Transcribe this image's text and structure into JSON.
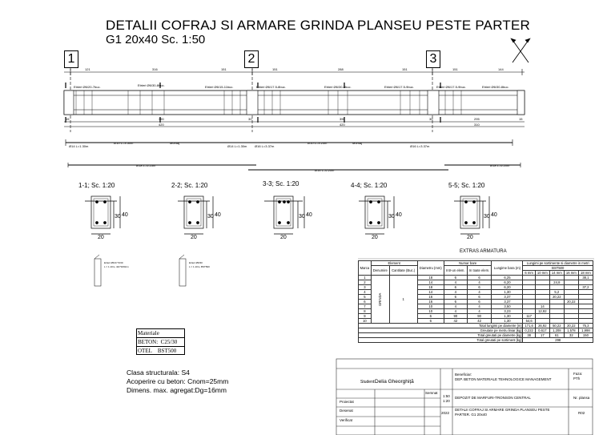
{
  "title": {
    "line1": "DETALII COFRAJ SI ARMARE GRINDA PLANSEU PESTE PARTER",
    "line2": "G1 20x40   Sc. 1:50"
  },
  "axes": [
    "1",
    "2",
    "3"
  ],
  "top_dims": [
    "121",
    "316",
    "151",
    "151",
    "288",
    "151",
    "151",
    "144"
  ],
  "bottom_dims": {
    "span1": "390",
    "span1_total": "420",
    "span2": "390",
    "span2_total": "420",
    "span3": "295",
    "span3_total": "310",
    "end_l": "15",
    "end_m1": "30",
    "end_m2": "30",
    "end_r": "15"
  },
  "stirrup_labels": [
    "Etrieri Ø6/20-7buc.",
    "Etrieri Ø6/30-8buc.",
    "Etrieri Ø6/15-11buc.",
    "Etrieri Ø6/17.5-8buc.",
    "Etrieri Ø6/30-8buc.",
    "Etrieri Ø6/17.5-9buc.",
    "Etrieri Ø6/17.5-9buc.",
    "Etrieri Ø6/30-8buc."
  ],
  "bar_labels": {
    "row1": [
      "Ø14 L=1.30m",
      "Ø10 L=3.50m",
      "Montaj",
      "Ø14 L=1.30m",
      "Ø16 L=3.37m",
      "Ø10 L=3.23m",
      "Montaj",
      "Ø16 L=3.37m"
    ],
    "row2a": "Ø18 L=6.25m",
    "row2b": "Ø14 L=6.20m",
    "row2c": "Ø18 L=6.20m"
  },
  "sections": [
    {
      "label": "1-1; Sc. 1:20",
      "w": "20",
      "h1": "30",
      "h2": "40"
    },
    {
      "label": "2-2; Sc. 1:20",
      "w": "20",
      "h1": "30",
      "h2": "40"
    },
    {
      "label": "3-3; Sc. 1:20",
      "w": "20",
      "h1": "30",
      "h2": "40"
    },
    {
      "label": "4-4; Sc. 1:20",
      "w": "20",
      "h1": "30",
      "h2": "40"
    },
    {
      "label": "5-5; Sc. 1:20",
      "w": "20",
      "h1": "30",
      "h2": "40"
    }
  ],
  "details": {
    "stirrup1": [
      "Etrieri Ø6/17.5/30",
      "L = 1.10m, 42/70/20cm"
    ],
    "stirrup2": [
      "Etrieri Ø6/30",
      "L = 1.10m, BST500"
    ]
  },
  "materials": {
    "header": "Materiale",
    "beton_label": "BETON:",
    "beton_value": "C25/30",
    "otel_label": "OTEL",
    "otel_value": "BST500"
  },
  "info": {
    "line1": "Clasa structurala: S4",
    "line2": "Acoperire cu beton: Cnom=25mm",
    "line3": "Dimens. max. agregat:Dg=16mm"
  },
  "extras": {
    "title": "EXTRAS  ARMATURA",
    "h_element": "Element",
    "h_marca": "Marca",
    "h_denumire": "Denumire",
    "h_cantitate": "Cantitate (Buc.)",
    "h_diametru": "Diametru (mm)",
    "h_numar": "Numar bare",
    "h_intrun": "Intr-un elem.",
    "h_intoate": "In toate elem.",
    "h_lungime": "Lungime bara (m)",
    "h_lungimi": "Lungimi pe sortimente si diametre in metri",
    "h_bst": "BST500",
    "h_diam": [
      "6 mm",
      "10 mm",
      "14 mm",
      "16 mm",
      "18 mm"
    ],
    "element_name": "GRINDA",
    "element_qty": "1",
    "rows": [
      {
        "m": "1",
        "d": "18",
        "a": "6",
        "b": "6",
        "l": "6,25",
        "c": [
          "",
          "",
          "",
          "",
          "38,1"
        ]
      },
      {
        "m": "2",
        "d": "14",
        "a": "4",
        "b": "4",
        "l": "6,20",
        "c": [
          "",
          "",
          "24,8",
          "",
          ""
        ]
      },
      {
        "m": "3",
        "d": "18",
        "a": "6",
        "b": "6",
        "l": "6,20",
        "c": [
          "",
          "",
          "",
          "",
          "37,2"
        ]
      },
      {
        "m": "4",
        "d": "14",
        "a": "4",
        "b": "4",
        "l": "1,30",
        "c": [
          "",
          "",
          "5,2",
          "",
          ""
        ]
      },
      {
        "m": "5",
        "d": "16",
        "a": "6",
        "b": "6",
        "l": "3,37",
        "c": [
          "",
          "",
          "20,22",
          "",
          ""
        ]
      },
      {
        "m": "6",
        "d": "16",
        "a": "6",
        "b": "6",
        "l": "3,37",
        "c": [
          "",
          "",
          "",
          "20,22",
          ""
        ]
      },
      {
        "m": "7",
        "d": "10",
        "a": "4",
        "b": "4",
        "l": "3,50",
        "c": [
          "",
          "14",
          "",
          "",
          ""
        ]
      },
      {
        "m": "8",
        "d": "10",
        "a": "4",
        "b": "4",
        "l": "3,23",
        "c": [
          "",
          "12,92",
          "",
          "",
          ""
        ]
      },
      {
        "m": "9",
        "d": "6",
        "a": "90",
        "b": "90",
        "l": "1,30",
        "c": [
          "117",
          "",
          "",
          "",
          ""
        ]
      },
      {
        "m": "10",
        "d": "6",
        "a": "42",
        "b": "42",
        "l": "1,30",
        "c": [
          "54,6",
          "",
          "",
          "",
          ""
        ]
      }
    ],
    "totals": [
      {
        "label": "Total lungimi pe diametre [m]",
        "c": [
          "171,6",
          "26,92",
          "50,22",
          "20,22",
          "75,3"
        ]
      },
      {
        "label": "Greutate pe metru liniar [kg]",
        "c": [
          "0,222",
          "0,617",
          "1,208",
          "1,578",
          "1,998"
        ]
      },
      {
        "label": "Total greutati pe diametre [kg]",
        "c": [
          "38",
          "17",
          "61",
          "32",
          "150"
        ]
      },
      {
        "label": "Total greutati pe sortiment [kg]",
        "c": [
          "298"
        ]
      }
    ]
  },
  "titleblock": {
    "student_label": "Student:",
    "student_name": "Delia Gheorghiță",
    "beneficiar_label": "Beneficiar:",
    "beneficiar": "DEP. BETON MATERIALE TEHNOLOGICE MANAGEMENT",
    "faza_label": "Faza:",
    "faza": "PTh",
    "semnat": "Semnat",
    "scara1": "1:50",
    "scara2": "1:20",
    "proiect": "DEPOZIT DE MARFURI-TRONSON CENTRAL",
    "nr_plansa": "Nr. plansa",
    "proiectat": "Proiectat",
    "desenat": "Desenat",
    "verificat": "Verificat",
    "an": "2022",
    "denumire": "DETALII COFRAJ SI ARMARE GRINDA PLANSEU PESTE PARTER. G1 20x40",
    "cod": "R02"
  }
}
